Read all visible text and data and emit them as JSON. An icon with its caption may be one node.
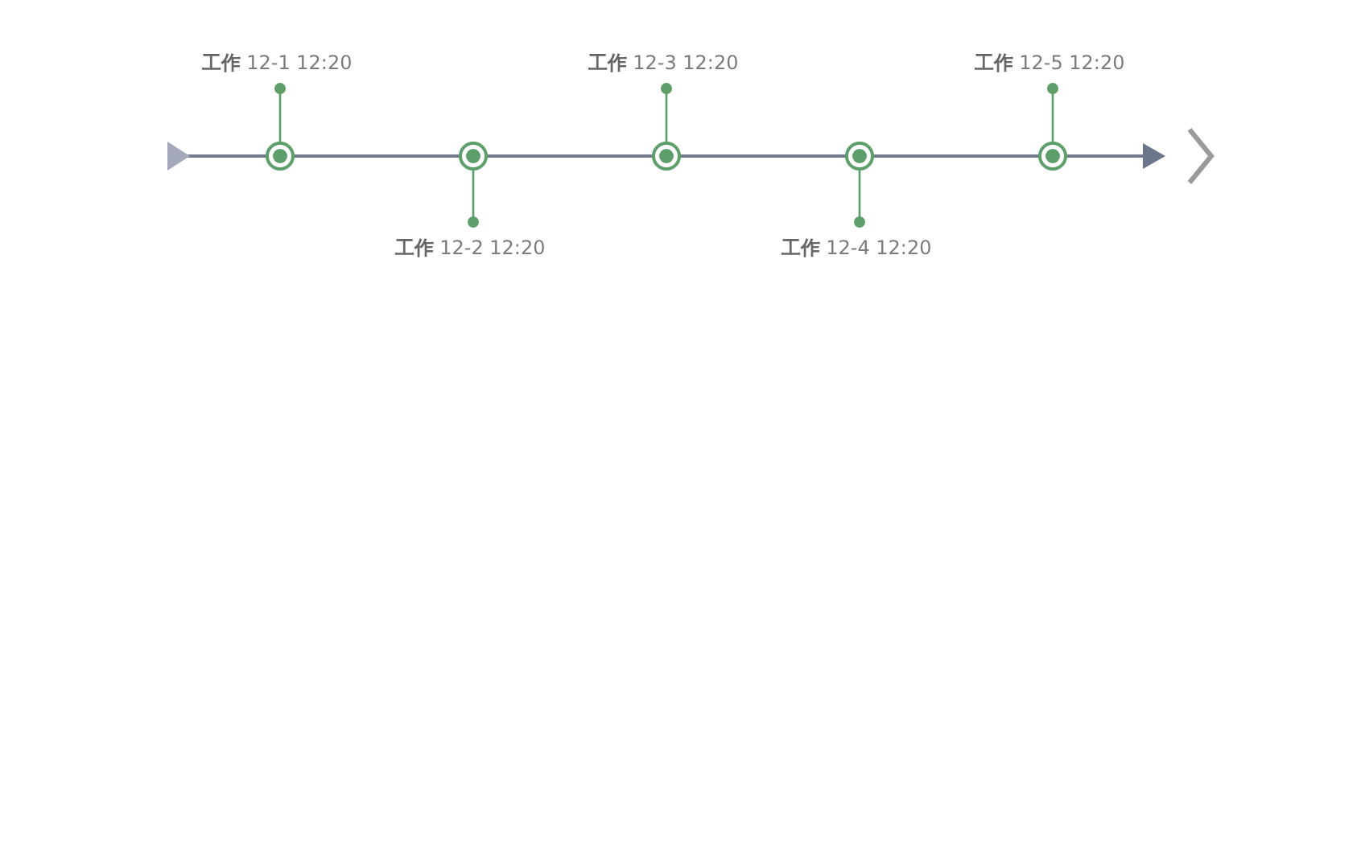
{
  "diagram": {
    "nodes": [
      {
        "text": [
          "**工作** 12-1 12:20"
        ]
      },
      {
        "text": [],
        "shape": "circle"
      },
      {
        "text": [
          "**工作** 12-2 12:20"
        ]
      },
      {
        "text": [],
        "shape": "circle"
      },
      {
        "text": [
          "**工作** 12-3 12:20"
        ]
      },
      {
        "text": [],
        "shape": "circle"
      },
      {
        "text": [
          "**工作** 12-4 12:20"
        ]
      },
      {
        "text": [],
        "shape": "circle"
      },
      {
        "text": [
          "**工作** 12-5 12:20"
        ]
      },
      {
        "text": [],
        "shape": "circle"
      }
    ],
    "edges": [
      {
        "from": 0,
        "to": 1,
        "arrow": "other"
      },
      {
        "from": 2,
        "to": 3,
        "arrow": "other"
      },
      {
        "from": 4,
        "to": 5,
        "arrow": "other"
      },
      {
        "from": 6,
        "to": 7,
        "arrow": "other"
      },
      {
        "from": 8,
        "to": 9,
        "arrow": "other"
      }
    ]
  }
}
